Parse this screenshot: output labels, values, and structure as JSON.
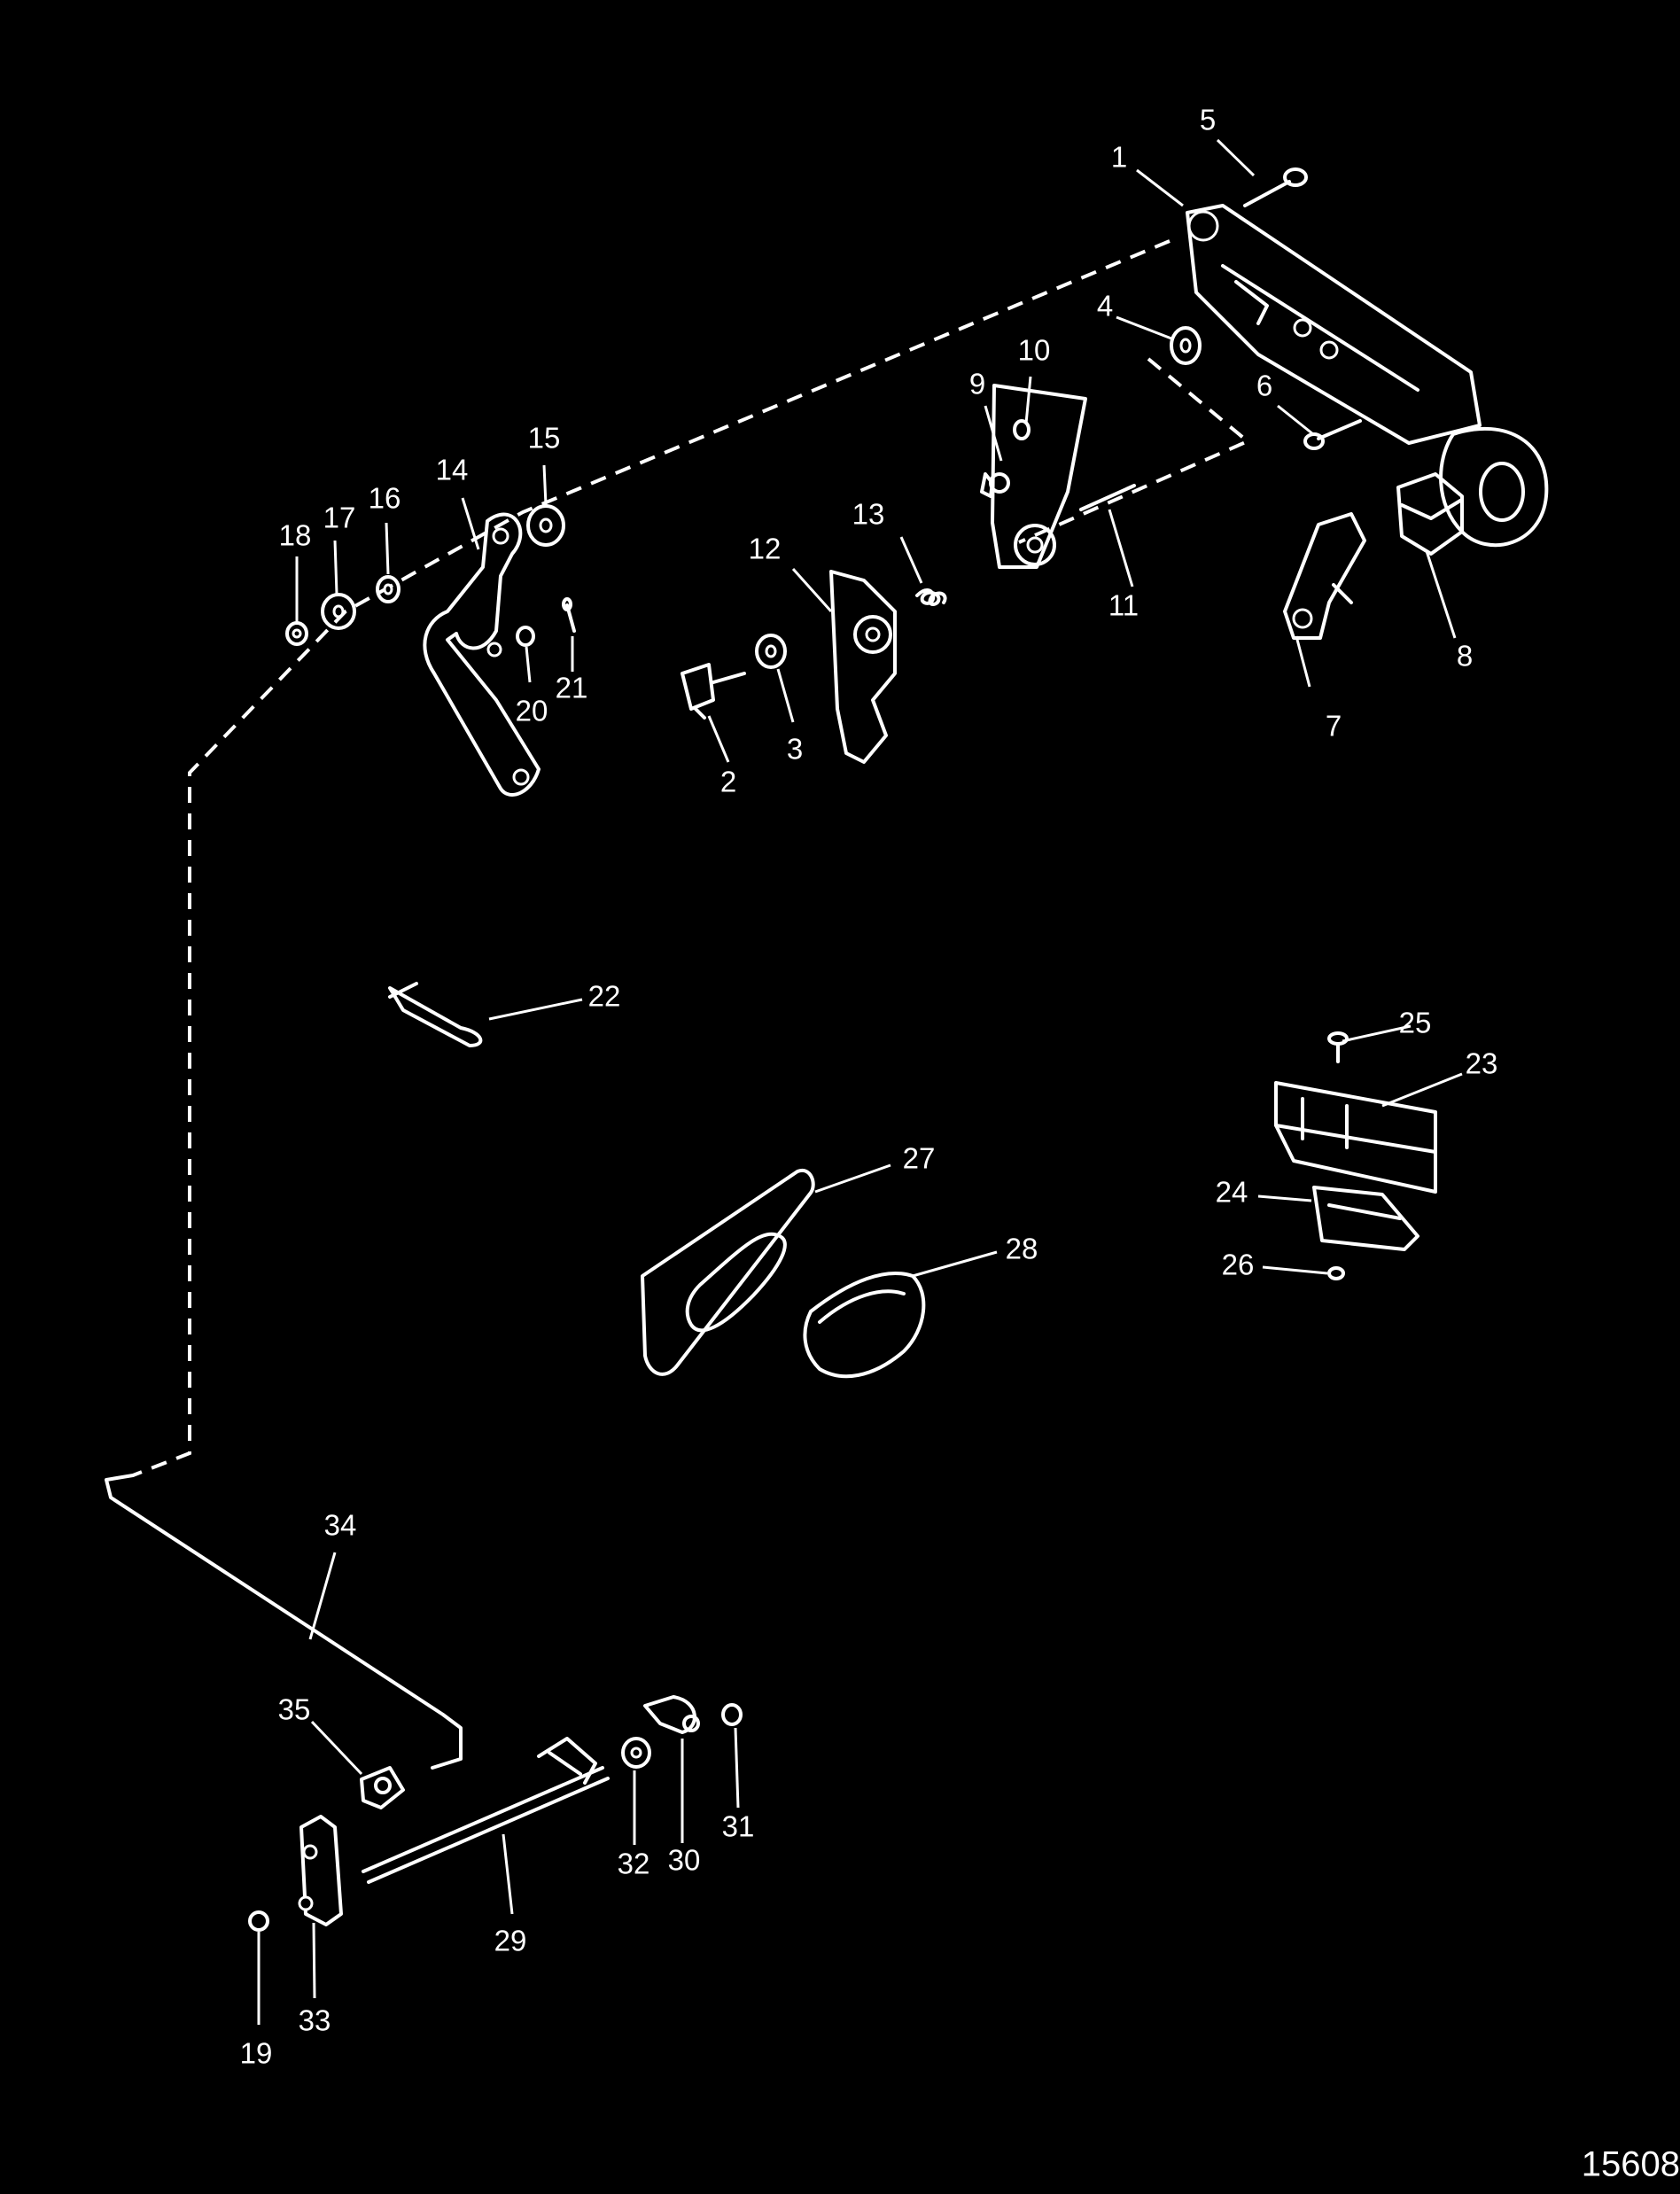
{
  "figure_id": "15608",
  "callouts": {
    "c1": "1",
    "c2": "2",
    "c3": "3",
    "c4": "4",
    "c5": "5",
    "c6": "6",
    "c7": "7",
    "c8": "8",
    "c9": "9",
    "c10": "10",
    "c11": "11",
    "c12": "12",
    "c13": "13",
    "c14": "14",
    "c15": "15",
    "c16": "16",
    "c17": "17",
    "c18": "18",
    "c19": "19",
    "c20": "20",
    "c21": "21",
    "c22": "22",
    "c23": "23",
    "c24": "24",
    "c25": "25",
    "c26": "26",
    "c27": "27",
    "c28": "28",
    "c29": "29",
    "c30": "30",
    "c31": "31",
    "c32": "32",
    "c33": "33",
    "c34": "34",
    "c35": "35"
  }
}
